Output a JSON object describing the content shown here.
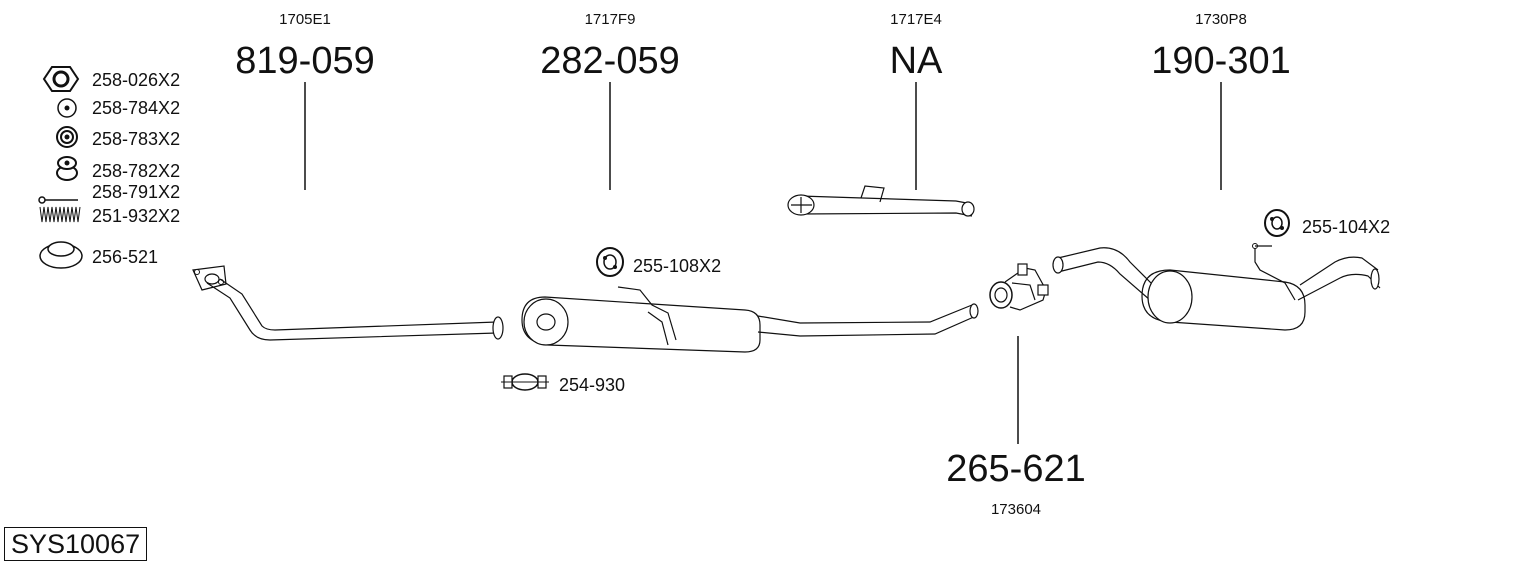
{
  "system_code": "SYS10067",
  "parts": [
    {
      "ref": "1705E1",
      "part_number": "819-059"
    },
    {
      "ref": "1717F9",
      "part_number": "282-059"
    },
    {
      "ref": "1717E4",
      "part_number": "NA"
    },
    {
      "ref": "1730P8",
      "part_number": "190-301"
    },
    {
      "ref": "173604",
      "part_number": "265-621"
    }
  ],
  "accessories": {
    "nut": "258-026X2",
    "washer": "258-784X2",
    "mount_ring": "258-783X2",
    "mount_rubber": "258-782X2",
    "bolt": "258-791X2",
    "spring": "251-932X2",
    "gasket": "256-521",
    "hanger_a": "255-108X2",
    "clamp": "254-930",
    "hanger_b": "255-104X2"
  }
}
